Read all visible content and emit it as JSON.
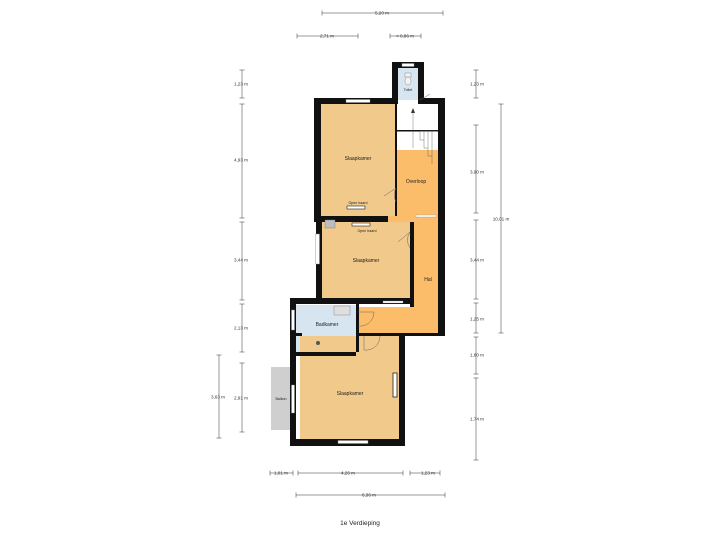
{
  "plan": {
    "title": "1e Verdieping",
    "rooms": {
      "toilet": "Toilet",
      "bedroom_top": "Slaapkamer",
      "landing": "Overloop",
      "bedroom_mid": "Slaapkamer",
      "hall": "Hal",
      "bathroom": "Badkamer",
      "bedroom_bottom": "Slaapkamer",
      "balcony": "Balkon"
    },
    "annotations": {
      "open_haard_1": "Open haard",
      "open_haard_2": "Open haard"
    },
    "dimensions": {
      "top_total": "5,20 m",
      "top_left": "2,71 m",
      "top_right": "< 0,86 m",
      "left_1": "1,23 m",
      "left_2": "4,93 m",
      "left_3": "3,44 m",
      "left_4": "2,13 m",
      "left_5": "2,91 m",
      "left_outer": "3,63 m",
      "right_1": "1,23 m",
      "right_2": "3,90 m",
      "right_3": "3,44 m",
      "right_4": "1,25 m",
      "right_5": "1,60 m",
      "right_6": "1,74 m",
      "right_total": "10,01 m",
      "bottom_1": "1,01 m",
      "bottom_2": "4,26 m",
      "bottom_3": "1,23 m",
      "bottom_total": "6,36 m"
    },
    "colors": {
      "room_orange": "#f1c98a",
      "hall_orange": "#fbbd6a",
      "bath_blue": "#d6e5f0",
      "wall": "#111111",
      "balcony_gray": "#cfcfcf"
    }
  }
}
